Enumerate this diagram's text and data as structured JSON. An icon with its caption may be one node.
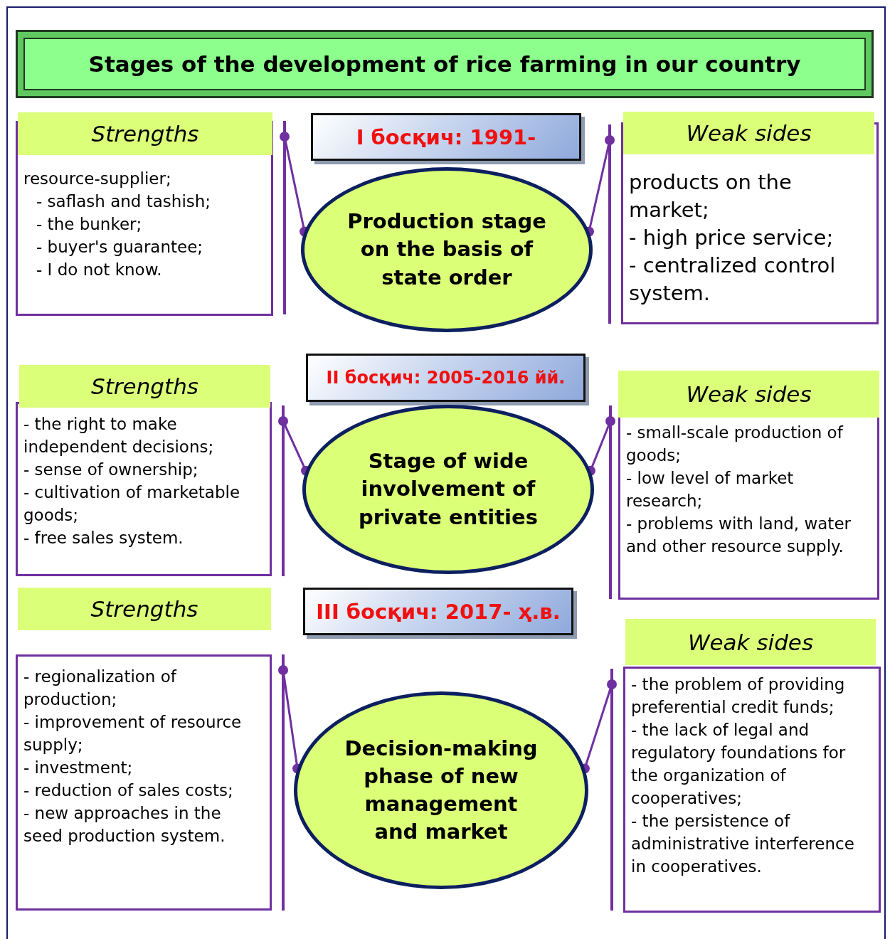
{
  "diagram": {
    "nodes": [
      {
        "text": [
          "Stages of the development of rice farming in our country"
        ]
      },
      {
        "text": [
          "Strengths",
          "resource-supplier;",
          "- saflash and tashish;",
          "- the bunker;",
          "- buyer's guarantee;",
          "- I do not know."
        ]
      },
      {
        "text": [],
        "shape": "bar"
      },
      {
        "text": [
          "I босқич: 1991-"
        ]
      },
      {
        "text": [
          "Production stage on the basis of state order"
        ]
      },
      {
        "text": [],
        "shape": "bar"
      },
      {
        "text": [
          "Weak sides",
          "products on the market;",
          "- high price service;",
          "- centralized control system."
        ]
      },
      {
        "text": [
          "Strengths",
          "- the right to make independent decisions;",
          "- sense of ownership;",
          "- cultivation of marketable goods;",
          "- free sales system."
        ]
      },
      {
        "text": [],
        "shape": "bar"
      },
      {
        "text": [
          "II босқич: 2005-2016 йй."
        ]
      },
      {
        "text": [
          "Stage of wide involvement of private entities"
        ]
      },
      {
        "text": [],
        "shape": "bar"
      },
      {
        "text": [
          "Weak sides",
          "- small-scale production of goods;",
          "- low level of market research;",
          "- problems with land, water and other resource supply."
        ]
      },
      {
        "text": [
          "Strengths",
          "- regionalization of production;",
          "- improvement of resource supply;",
          "- investment;",
          "- reduction of sales costs;",
          "- new approaches in the seed production system."
        ]
      },
      {
        "text": [],
        "shape": "bar"
      },
      {
        "text": [
          "III босқич: 2017- ҳ.в."
        ]
      },
      {
        "text": [
          "Decision-making phase of new management and market"
        ]
      },
      {
        "text": [],
        "shape": "bar"
      },
      {
        "text": [
          "Weak sides",
          "- the problem of providing preferential credit funds;",
          "- the lack of legal and regulatory foundations for the organization of cooperatives;",
          "- the persistence of administrative interference in cooperatives."
        ]
      }
    ],
    "edges": [
      {
        "from": 2,
        "to": 4,
        "arrow": "other"
      },
      {
        "from": 4,
        "to": 5,
        "arrow": "other"
      },
      {
        "from": 8,
        "to": 10,
        "arrow": "other"
      },
      {
        "from": 10,
        "to": 11,
        "arrow": "other"
      },
      {
        "from": 14,
        "to": 16,
        "arrow": "other"
      },
      {
        "from": 16,
        "to": 17,
        "arrow": "other"
      }
    ]
  }
}
